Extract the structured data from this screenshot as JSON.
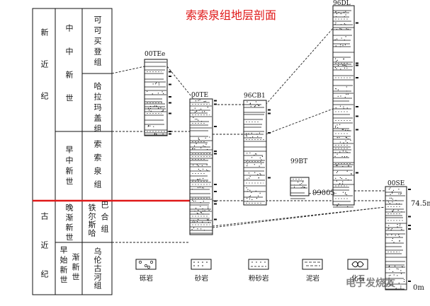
{
  "title": "索索泉组地层剖面",
  "column_labels": {
    "xin_jin_ji": "新近纪",
    "gu_jin_ji": "古近纪",
    "zhongzhong_xinshi": "中中新世",
    "zaozhong_xinshi": "早中新世",
    "wan_jian_xinshi": "晚渐新世",
    "zaoshi_jian_xinshi": "早始新世",
    "jian_xinshi": "渐新世",
    "keke_maideng": "可可买登组",
    "hala_magai": "哈拉玛盖组",
    "suosuoquan": "索索泉组",
    "tieersiha": "铁尔斯哈",
    "bahe": "巴合组",
    "wulungu_he": "乌伦古河组"
  },
  "sections": {
    "s1": "00TEe",
    "s2": "00TE",
    "s3": "96CB1",
    "s4": "99BT",
    "s5": "96DL",
    "s6": "00SE"
  },
  "annotations": {
    "a99005": "99005",
    "depth": "74.5m",
    "zero": "0m"
  },
  "legend": {
    "conglomerate": "砾岩",
    "sandstone": "砂岩",
    "siltstone": "粉砂岩",
    "mudstone": "泥岩",
    "fossil": "化石"
  },
  "watermark": "电子发烧友",
  "colors": {
    "title": "#e01818",
    "boundary": "#e01818",
    "ink": "#111111"
  }
}
